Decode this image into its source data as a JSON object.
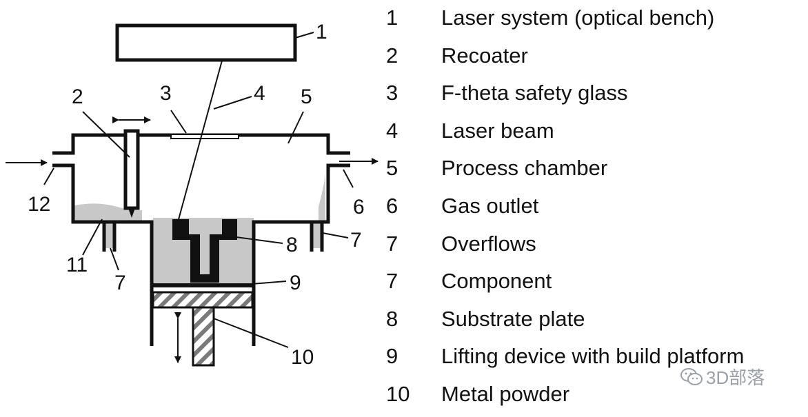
{
  "diagram": {
    "callouts": [
      "1",
      "2",
      "3",
      "4",
      "5",
      "6",
      "7",
      "8",
      "9",
      "10",
      "11",
      "12",
      "7"
    ]
  },
  "legend": [
    {
      "num": "1",
      "text": "Laser system (optical bench)"
    },
    {
      "num": "2",
      "text": "Recoater"
    },
    {
      "num": "3",
      "text": "F-theta safety glass"
    },
    {
      "num": "4",
      "text": "Laser beam"
    },
    {
      "num": "5",
      "text": "Process chamber"
    },
    {
      "num": "6",
      "text": "Gas outlet"
    },
    {
      "num": "7",
      "text": "Overflows"
    },
    {
      "num": "7",
      "text": "Component"
    },
    {
      "num": "8",
      "text": "Substrate plate"
    },
    {
      "num": "9",
      "text": "Lifting device with build platform"
    },
    {
      "num": "10",
      "text": "Metal powder"
    }
  ],
  "watermark": {
    "text": "3D部落",
    "icon": "wechat-icon"
  },
  "colors": {
    "powder": "#c8c8c8",
    "line": "#111111",
    "watermark": "#9aa0a6"
  }
}
